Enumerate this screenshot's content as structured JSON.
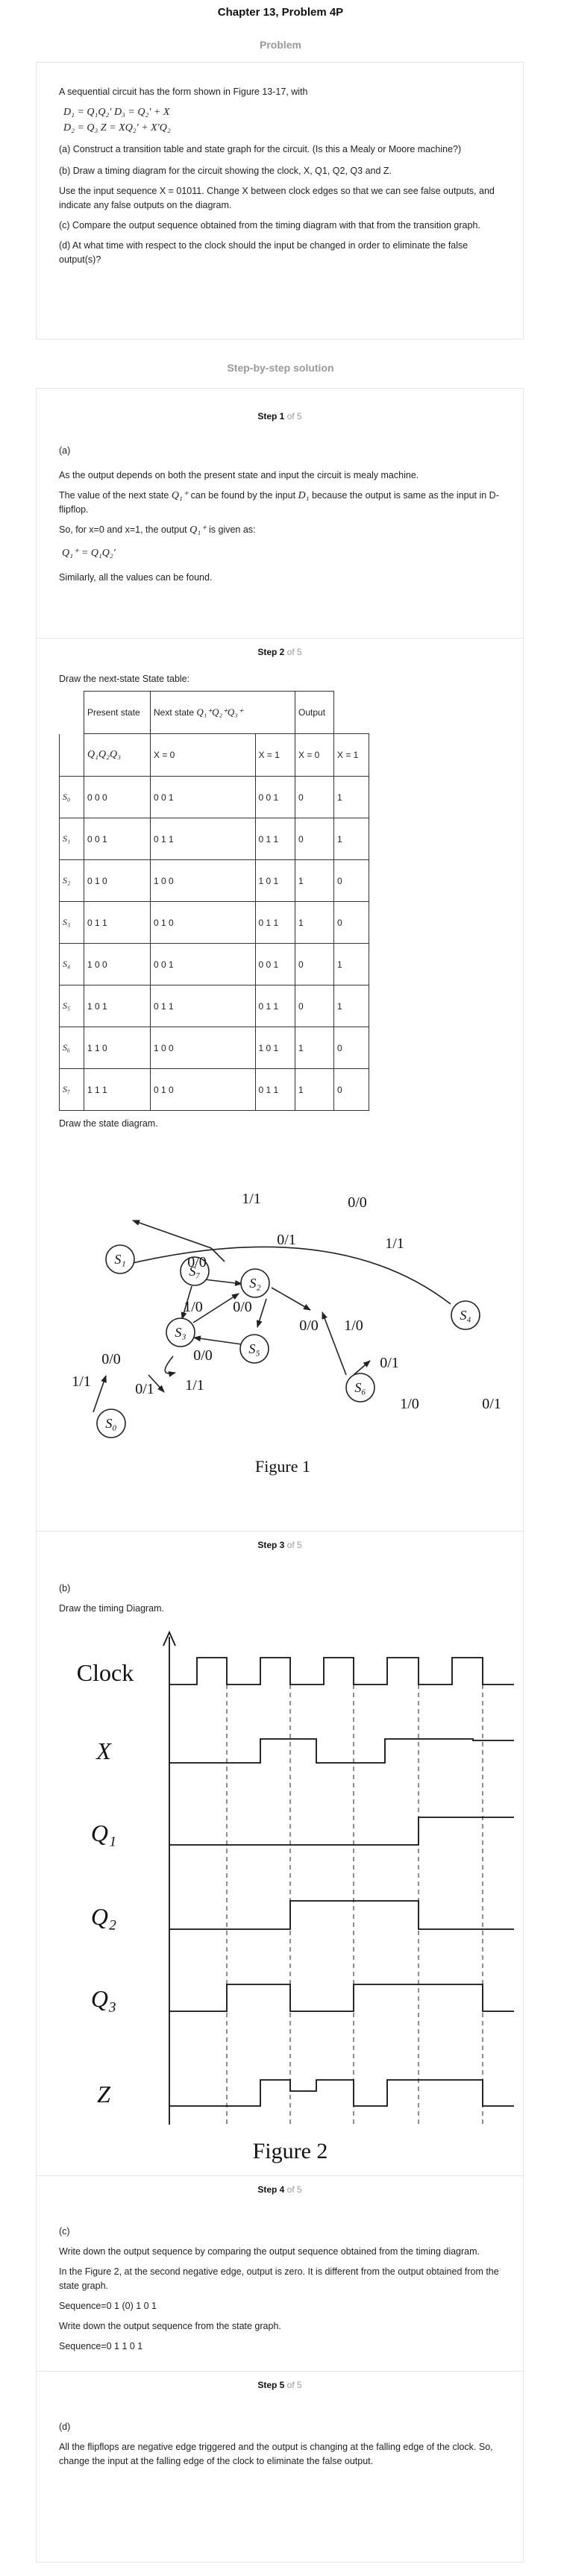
{
  "header": {
    "title": "Chapter 13, Problem 4P",
    "problem_label": "Problem",
    "solution_label": "Step-by-step solution"
  },
  "problem": {
    "intro": "A sequential circuit has the form shown in Figure 13-17, with",
    "eq1": "D₁ = Q₁Q₂′   D₃ = Q₂′ + X",
    "eq2": "D₂ = Q₃         Z = XQ₂′ + X′Q₂",
    "a": "(a) Construct a transition table and state graph for the circuit. (Is this a Mealy or Moore machine?)",
    "b": "(b) Draw a timing diagram for the circuit showing the clock, X, Q1, Q2, Q3 and Z.",
    "b2": "Use the input sequence X = 01011. Change X between clock edges so that we can see false outputs, and indicate any false outputs on the diagram.",
    "c": "(c) Compare the output sequence obtained from the timing diagram with that from the transition graph.",
    "d": "(d) At what time with respect to the clock should the input be changed in order to eliminate the false output(s)?"
  },
  "steps": {
    "of_label": "of 5",
    "s1": {
      "label": "Step 1",
      "part": "(a)",
      "p1": "As the output depends on both the present state and input the circuit is mealy machine.",
      "p2a": "The value of the next state",
      "p2b": "can be found by the input",
      "p2c": "because the output is same as the input in D-flipflop.",
      "p3a": "So, for x=0 and x=1, the output",
      "p3b": "is given as:",
      "eq": "Q₁⁺ = Q₁Q₂′",
      "p4": "Similarly, all the values can be found.",
      "sym_q1p": "Q₁⁺",
      "sym_d1": "D₁"
    },
    "s2": {
      "label": "Step 2",
      "p1": "Draw the next-state State table:",
      "p2": "Draw the state diagram.",
      "figure": "Figure 1"
    },
    "s3": {
      "label": "Step 3",
      "part": "(b)",
      "p1": "Draw the timing Diagram.",
      "figure": "Figure 2"
    },
    "s4": {
      "label": "Step 4",
      "part": "(c)",
      "p1": "Write down the output sequence by comparing the output sequence obtained from the timing diagram.",
      "p2": "In the Figure 2, at the second negative edge, output is zero. It is different from the output obtained from the state graph.",
      "p3": "Sequence=0 1 (0) 1 0 1",
      "p4": "Write down the output sequence from the state graph.",
      "p5": "Sequence=0 1 1 0 1"
    },
    "s5": {
      "label": "Step 5",
      "part": "(d)",
      "p1": "All the flipflops are negative edge triggered and the output is changing at the falling edge of the clock. So, change the input at the falling edge of the clock to eliminate the false output."
    }
  },
  "state_table": {
    "h_present": "Present state",
    "h_next": "Next state",
    "h_next_sym": "Q₁⁺Q₂⁺Q₃⁺",
    "h_output": "Output",
    "h_pq": "Q₁Q₂Q₃",
    "h_x0": "X = 0",
    "h_x1": "X = 1",
    "h_ox0": "X = 0",
    "h_ox1": "X = 1",
    "rows": [
      {
        "s": "S₀",
        "p": "0 0 0",
        "n0": "0 0 1",
        "n1": "0 0 1",
        "z0": "0",
        "z1": "1"
      },
      {
        "s": "S₁",
        "p": "0 0 1",
        "n0": "0 1 1",
        "n1": "0 1 1",
        "z0": "0",
        "z1": "1"
      },
      {
        "s": "S₂",
        "p": "0 1 0",
        "n0": "1 0 0",
        "n1": "1 0 1",
        "z0": "1",
        "z1": "0"
      },
      {
        "s": "S₃",
        "p": "0 1 1",
        "n0": "0 1 0",
        "n1": "0 1 1",
        "z0": "1",
        "z1": "0"
      },
      {
        "s": "S₄",
        "p": "1 0 0",
        "n0": "0 0 1",
        "n1": "0 0 1",
        "z0": "0",
        "z1": "1"
      },
      {
        "s": "S₅",
        "p": "1 0 1",
        "n0": "0 1 1",
        "n1": "0 1 1",
        "z0": "0",
        "z1": "1"
      },
      {
        "s": "S₆",
        "p": "1 1 0",
        "n0": "1 0 0",
        "n1": "1 0 1",
        "z0": "1",
        "z1": "0"
      },
      {
        "s": "S₇",
        "p": "1 1 1",
        "n0": "0 1 0",
        "n1": "0 1 1",
        "z0": "1",
        "z1": "0"
      }
    ]
  },
  "state_diagram": {
    "nodes": [
      "S₀",
      "S₁",
      "S₂",
      "S₃",
      "S₄",
      "S₅",
      "S₆",
      "S₇"
    ],
    "edge_labels": [
      "1/1",
      "0/0",
      "0/1",
      "0/0",
      "1/1",
      "0/0",
      "1/1",
      "0/1",
      "0/0",
      "1/0",
      "0/0",
      "1/0",
      "0/1",
      "1/0",
      "0/1",
      "1/1",
      "0/0"
    ]
  },
  "timing_diagram": {
    "signals": [
      "Clock",
      "X",
      "Q₁",
      "Q₂",
      "Q₃",
      "Z"
    ]
  }
}
